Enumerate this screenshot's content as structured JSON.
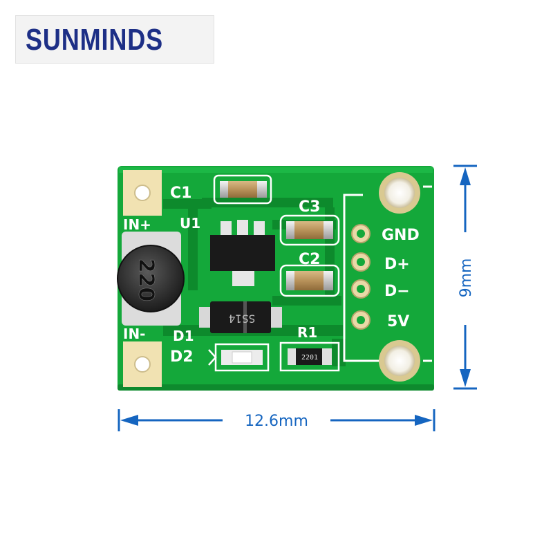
{
  "brand": {
    "name": "SUNMINDS"
  },
  "board": {
    "labels": {
      "c1": "C1",
      "u1": "U1",
      "c3": "C3",
      "c2": "C2",
      "in_plus": "IN+",
      "in_minus": "IN-",
      "d1": "D1",
      "d2": "D2",
      "r1": "R1",
      "gnd": "GND",
      "d_plus": "D+",
      "d_minus": "D−",
      "v5": "5V"
    },
    "inductor_marking": "220",
    "diode_marking": "SS14",
    "resistor_marking": "2201"
  },
  "dimensions": {
    "width": "12.6mm",
    "height": "9mm"
  },
  "colors": {
    "pcb": "#14a83a",
    "dimension": "#1565c0",
    "brand_text": "#1d2f86"
  }
}
